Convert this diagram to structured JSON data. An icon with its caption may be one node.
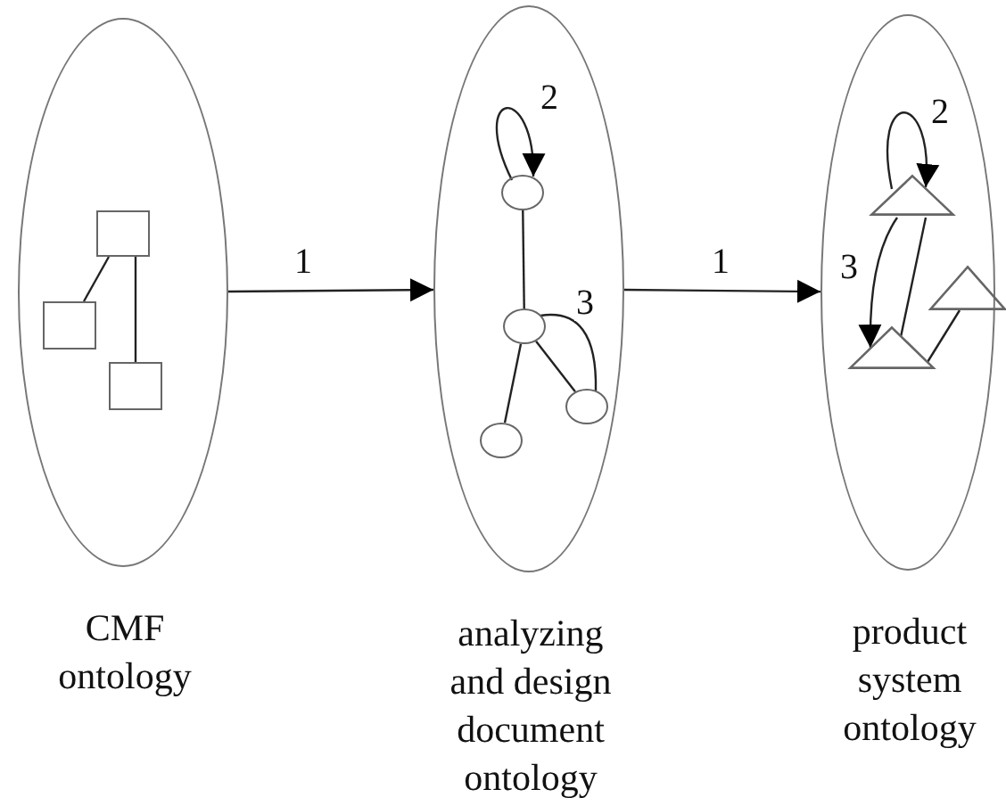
{
  "diagram": {
    "nodes": [
      {
        "text": [],
        "shape": "ellipse",
        "beside": [
          "CMF ontology"
        ]
      },
      {
        "text": [],
        "shape": "box",
        "in": 0
      },
      {
        "text": [],
        "shape": "box",
        "in": 0
      },
      {
        "text": [],
        "shape": "box",
        "in": 0
      },
      {
        "text": [],
        "shape": "ellipse",
        "beside": [
          "analyzing and design document ontology"
        ]
      },
      {
        "text": [],
        "shape": "circle",
        "in": 4
      },
      {
        "text": [],
        "shape": "circle",
        "in": 4
      },
      {
        "text": [],
        "shape": "circle",
        "in": 4
      },
      {
        "text": [],
        "shape": "circle",
        "in": 4
      },
      {
        "text": [],
        "shape": "ellipse",
        "beside": [
          "product system ontology"
        ]
      },
      {
        "text": [],
        "shape": "triangle",
        "in": 9
      },
      {
        "text": [],
        "shape": "triangle",
        "in": 9
      },
      {
        "text": [],
        "shape": "triangle",
        "in": 9
      }
    ],
    "edges": [
      {
        "from": 0,
        "to": 4,
        "arrow": "to",
        "label": "1"
      },
      {
        "from": 4,
        "to": 9,
        "arrow": "to",
        "label": "1"
      },
      {
        "from": 1,
        "to": 2,
        "arrow": "none"
      },
      {
        "from": 1,
        "to": 3,
        "arrow": "none"
      },
      {
        "from": 5,
        "to": 5,
        "arrow": "to",
        "label": "2"
      },
      {
        "from": 5,
        "to": 6,
        "arrow": "none"
      },
      {
        "from": 6,
        "to": 8,
        "arrow": "none"
      },
      {
        "from": 6,
        "to": 7,
        "arrow": "none"
      },
      {
        "from": 6,
        "to": 7,
        "arrow": "none",
        "label": "3"
      },
      {
        "from": 10,
        "to": 10,
        "arrow": "to",
        "label": "2"
      },
      {
        "from": 10,
        "to": 12,
        "arrow": "to",
        "label": "3"
      },
      {
        "from": 10,
        "to": 12,
        "arrow": "none"
      },
      {
        "from": 11,
        "to": 12,
        "arrow": "none"
      }
    ]
  }
}
